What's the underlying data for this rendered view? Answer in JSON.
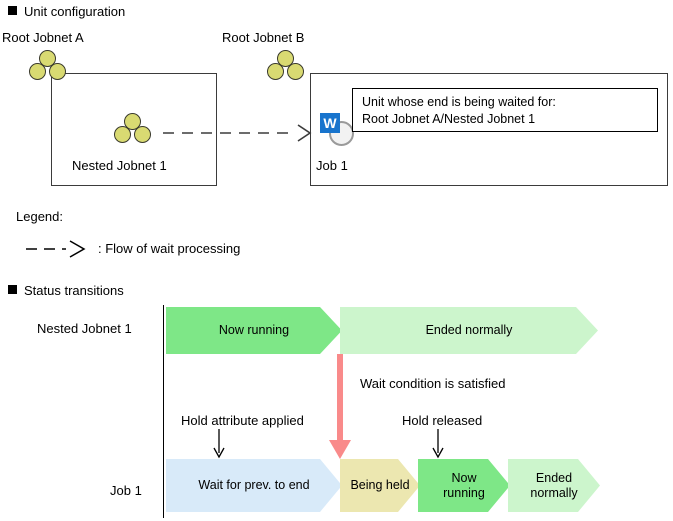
{
  "sections": {
    "unit_configuration": "Unit configuration",
    "status_transitions": "Status transitions"
  },
  "unit_configuration": {
    "root_a_label": "Root Jobnet A",
    "root_b_label": "Root Jobnet B",
    "nested_jobnet_label": "Nested Jobnet 1",
    "job_label": "Job 1",
    "job_badge_letter": "W",
    "callout": {
      "line1": "Unit whose end is being waited for:",
      "line2": "Root Jobnet A/Nested Jobnet 1"
    }
  },
  "legend": {
    "title": "Legend:",
    "entry_text": ": Flow of wait processing",
    "entry_icon": "dashed-arrow-icon"
  },
  "status_transitions": {
    "rows": [
      {
        "row_label": "Nested Jobnet 1",
        "states": [
          {
            "label": "Now running",
            "color": "#7ee787"
          },
          {
            "label": "Ended normally",
            "color": "#ccf5cc"
          }
        ]
      },
      {
        "row_label": "Job 1",
        "states": [
          {
            "label": "Wait for prev. to end",
            "color": "#d8eaf9"
          },
          {
            "label": "Being held",
            "color": "#ece7b0"
          },
          {
            "label": "Now\nrunning",
            "color": "#7ee787"
          },
          {
            "label": "Ended\nnormally",
            "color": "#ccf5cc"
          }
        ]
      }
    ],
    "annotations": {
      "wait_condition": "Wait condition is satisfied",
      "hold_applied": "Hold attribute applied",
      "hold_released": "Hold released"
    }
  },
  "colors": {
    "jobnet_circle": "#d9da72",
    "job_badge": "#1874cd",
    "red_arrow": "#f98a8a",
    "running_green": "#7ee787",
    "ended_green": "#ccf5cc",
    "wait_blue": "#d8eaf9",
    "held_yellow": "#ece7b0",
    "line": "#3b3b3b"
  },
  "labels": {
    "now_running_1": "Now running",
    "ended_normally_1": "Ended normally",
    "wait_prev": "Wait for prev. to end",
    "being_held": "Being held",
    "now_running_2a": "Now",
    "now_running_2b": "running",
    "ended_normally_2a": "Ended",
    "ended_normally_2b": "normally"
  }
}
